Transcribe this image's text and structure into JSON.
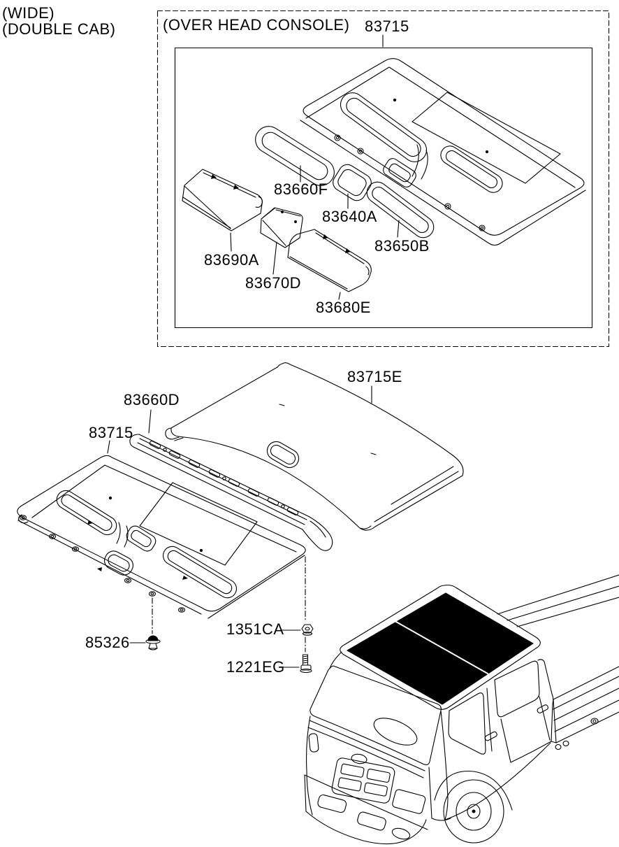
{
  "drawing": {
    "variant_notes": [
      "(WIDE)",
      "(DOUBLE CAB)"
    ],
    "console_inset": {
      "title": "(OVER HEAD CONSOLE)",
      "assembly_part_no": "83715",
      "callouts": [
        {
          "part_no": "83660F",
          "name": "console-lamp-bezel"
        },
        {
          "part_no": "83640A",
          "name": "console-switch-bezel"
        },
        {
          "part_no": "83650B",
          "name": "console-rear-lamp-bezel"
        },
        {
          "part_no": "83690A",
          "name": "console-storage-box"
        },
        {
          "part_no": "83670D",
          "name": "console-center-tray"
        },
        {
          "part_no": "83680E",
          "name": "console-rear-tray"
        }
      ]
    },
    "main_view": {
      "callouts": [
        {
          "part_no": "83715E",
          "name": "roof-headlining-panel"
        },
        {
          "part_no": "83660D",
          "name": "front-roof-rail-garnish"
        },
        {
          "part_no": "83715",
          "name": "headlining-assembly"
        },
        {
          "part_no": "85326",
          "name": "trim-clip"
        },
        {
          "part_no": "1351CA",
          "name": "nut"
        },
        {
          "part_no": "1221EG",
          "name": "bolt"
        }
      ]
    },
    "colors": {
      "line": "#000000",
      "background": "#ffffff",
      "roof_highlight": "#000000"
    }
  }
}
